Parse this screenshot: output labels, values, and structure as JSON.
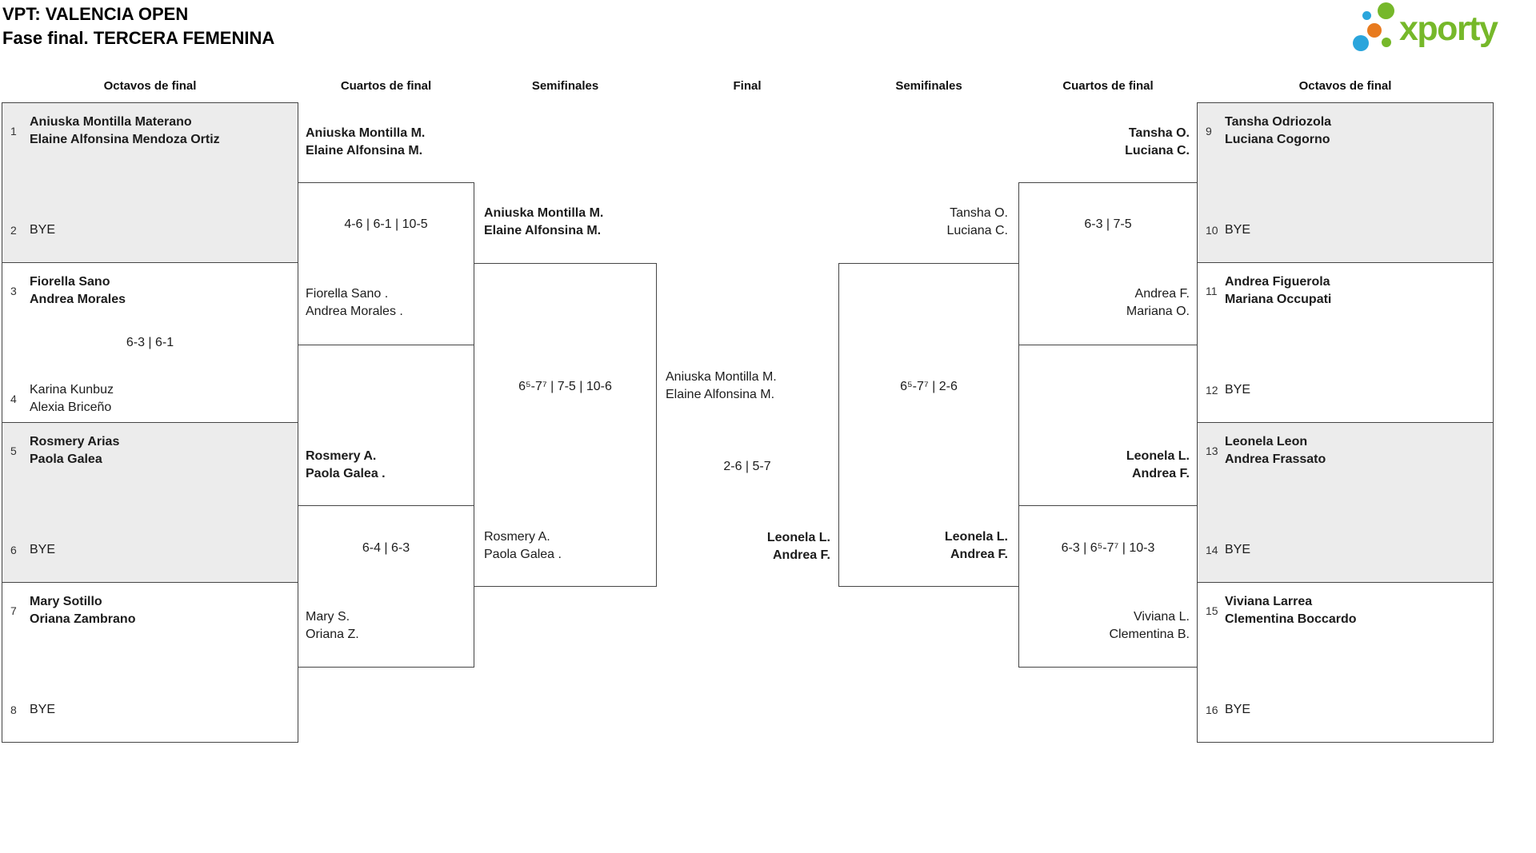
{
  "header": {
    "title_line1": "VPT: VALENCIA OPEN",
    "title_line2": "Fase final. TERCERA FEMENINA"
  },
  "logo": {
    "text": "xporty",
    "green": "#76b82a",
    "blue": "#2aa5dc",
    "orange": "#e87a1e"
  },
  "round_headers": [
    "Octavos de final",
    "Cuartos de final",
    "Semifinales",
    "Final",
    "Semifinales",
    "Cuartos de final",
    "Octavos de final"
  ],
  "colors": {
    "box_border": "#454545",
    "box_grey": "#ececec",
    "text": "#1c1c1c"
  },
  "octavos_left": [
    {
      "seed_top": "1",
      "top_line1": "Aniuska Montilla Materano",
      "top_line2": "Elaine Alfonsina Mendoza Ortiz",
      "score": "",
      "seed_bottom": "2",
      "bottom_line1": "BYE",
      "bottom_line2": ""
    },
    {
      "seed_top": "3",
      "top_line1": "Fiorella Sano",
      "top_line2": "Andrea Morales",
      "score": "6-3 | 6-1",
      "seed_bottom": "4",
      "bottom_line1": "Karina Kunbuz",
      "bottom_line2": "Alexia Briceño"
    },
    {
      "seed_top": "5",
      "top_line1": "Rosmery Arias",
      "top_line2": "Paola Galea",
      "score": "",
      "seed_bottom": "6",
      "bottom_line1": "BYE",
      "bottom_line2": ""
    },
    {
      "seed_top": "7",
      "top_line1": "Mary Sotillo",
      "top_line2": "Oriana Zambrano",
      "score": "",
      "seed_bottom": "8",
      "bottom_line1": "BYE",
      "bottom_line2": ""
    }
  ],
  "octavos_right": [
    {
      "seed_top": "9",
      "top_line1": "Tansha Odriozola",
      "top_line2": "Luciana Cogorno",
      "score": "",
      "seed_bottom": "10",
      "bottom_line1": "BYE",
      "bottom_line2": ""
    },
    {
      "seed_top": "11",
      "top_line1": "Andrea Figuerola",
      "top_line2": "Mariana Occupati",
      "score": "",
      "seed_bottom": "12",
      "bottom_line1": "BYE",
      "bottom_line2": ""
    },
    {
      "seed_top": "13",
      "top_line1": "Leonela Leon",
      "top_line2": "Andrea Frassato",
      "score": "",
      "seed_bottom": "14",
      "bottom_line1": "BYE",
      "bottom_line2": ""
    },
    {
      "seed_top": "15",
      "top_line1": "Viviana Larrea",
      "top_line2": "Clementina Boccardo",
      "score": "",
      "seed_bottom": "16",
      "bottom_line1": "BYE",
      "bottom_line2": ""
    }
  ],
  "quarterfinals_left": [
    {
      "top_line1": "Aniuska Montilla M.",
      "top_line2": "Elaine Alfonsina M.",
      "score": "4-6 | 6-1 | 10-5",
      "bottom_line1": "Fiorella Sano .",
      "bottom_line2": "Andrea Morales ."
    },
    {
      "top_line1": "Rosmery A.",
      "top_line2": "Paola Galea .",
      "score": "6-4 | 6-3",
      "bottom_line1": "Mary S.",
      "bottom_line2": "Oriana Z."
    }
  ],
  "semifinal_left": {
    "top_line1": "Aniuska Montilla M.",
    "top_line2": "Elaine Alfonsina M.",
    "score": "6⁵-7⁷ | 7-5 | 10-6",
    "bottom_line1": "Rosmery A.",
    "bottom_line2": "Paola Galea ."
  },
  "final": {
    "top_line1": "Aniuska Montilla M.",
    "top_line2": "Elaine Alfonsina M.",
    "score": "2-6 | 5-7",
    "bottom_line1": "Leonela L.",
    "bottom_line2": "Andrea F."
  },
  "semifinal_right": {
    "top_line1": "Tansha O.",
    "top_line2": "Luciana C.",
    "score": "6⁵-7⁷ | 2-6",
    "bottom_line1": "Leonela L.",
    "bottom_line2": "Andrea F."
  },
  "quarterfinals_right": [
    {
      "top_line1": "Tansha O.",
      "top_line2": "Luciana C.",
      "score": "6-3 | 7-5",
      "bottom_line1": "Andrea F.",
      "bottom_line2": "Mariana O."
    },
    {
      "top_line1": "Leonela L.",
      "top_line2": "Andrea F.",
      "score": "6-3 | 6⁵-7⁷ | 10-3",
      "bottom_line1": "Viviana L.",
      "bottom_line2": "Clementina B."
    }
  ]
}
